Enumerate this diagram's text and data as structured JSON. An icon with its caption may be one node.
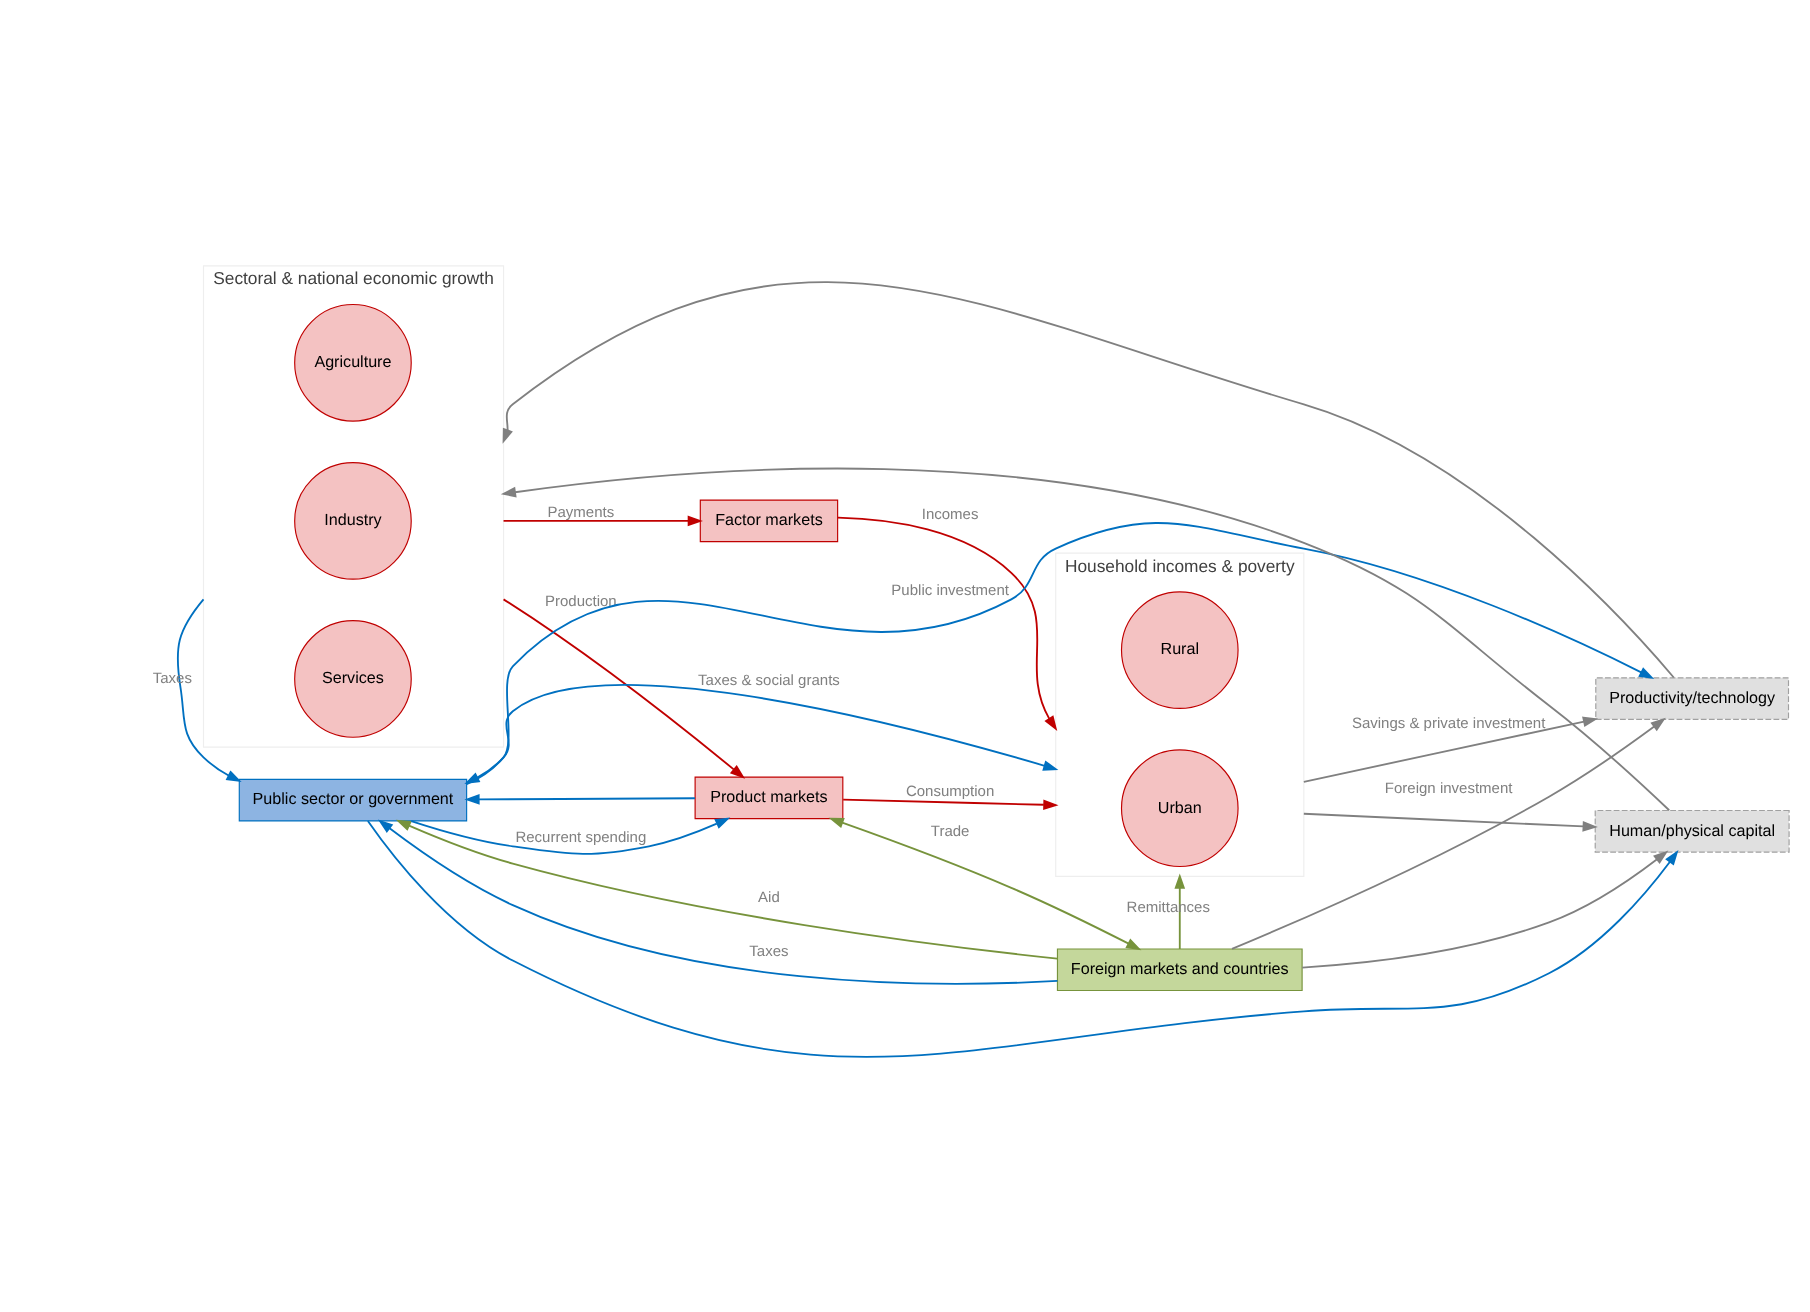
{
  "diagram": {
    "nodes": [
      {
        "text": [
          "Sectoral & national economic growth"
        ]
      },
      {
        "text": [
          "Agriculture"
        ],
        "in": 0
      },
      {
        "text": [
          "Industry"
        ],
        "in": 0
      },
      {
        "text": [
          "Services"
        ],
        "in": 0
      },
      {
        "text": [
          "Factor markets"
        ]
      },
      {
        "text": [
          "Product markets"
        ]
      },
      {
        "text": [
          "Household incomes & poverty"
        ]
      },
      {
        "text": [
          "Rural"
        ],
        "in": 6
      },
      {
        "text": [
          "Urban"
        ],
        "in": 6
      },
      {
        "text": [
          "Foreign markets and countries"
        ]
      },
      {
        "text": [
          "Public sector or government"
        ]
      },
      {
        "text": [
          "Productivity/technology"
        ]
      },
      {
        "text": [
          "Human/physical capital"
        ]
      }
    ],
    "edges": [
      {
        "from": 0,
        "to": 4,
        "arrow": "to",
        "label": "Payments",
        "color": "#c00000"
      },
      {
        "from": 0,
        "to": 5,
        "arrow": "to",
        "label": "Production",
        "color": "#c00000"
      },
      {
        "from": 4,
        "to": 6,
        "arrow": "to",
        "label": "Incomes",
        "color": "#c00000"
      },
      {
        "from": 5,
        "to": 6,
        "arrow": "to",
        "label": "Consumption",
        "color": "#c00000"
      },
      {
        "from": 5,
        "to": 9,
        "arrow": "both",
        "label": "Trade",
        "color": "#77933c"
      },
      {
        "from": 9,
        "to": 6,
        "arrow": "to",
        "label": "Remittances",
        "color": "#77933c"
      },
      {
        "from": 9,
        "to": 10,
        "arrow": "to",
        "label": "Aid",
        "color": "#77933c"
      },
      {
        "from": 0,
        "to": 10,
        "arrow": "to",
        "label": "Taxes"
      },
      {
        "from": 10,
        "to": 5,
        "arrow": "to",
        "label": "Recurrent spending"
      },
      {
        "from": 5,
        "to": 10,
        "arrow": "to"
      },
      {
        "from": 9,
        "to": 10,
        "arrow": "to",
        "label": "Taxes"
      },
      {
        "from": 6,
        "to": 10,
        "arrow": "both",
        "label": "Taxes & social grants"
      },
      {
        "from": 10,
        "to": 11,
        "arrow": "to",
        "label": "Public investment"
      },
      {
        "from": 10,
        "to": 12,
        "arrow": "to"
      },
      {
        "from": 11,
        "to": 0,
        "arrow": "to",
        "color": "#808080"
      },
      {
        "from": 12,
        "to": 0,
        "arrow": "to",
        "color": "#808080"
      },
      {
        "from": 9,
        "to": 11,
        "arrow": "to",
        "label": "Foreign investment",
        "color": "#808080"
      },
      {
        "from": 9,
        "to": 12,
        "arrow": "to",
        "color": "#808080"
      },
      {
        "from": 6,
        "to": 11,
        "arrow": "to",
        "label": "Savings & private investment",
        "color": "#808080"
      },
      {
        "from": 6,
        "to": 12,
        "arrow": "to",
        "color": "#808080"
      }
    ]
  }
}
